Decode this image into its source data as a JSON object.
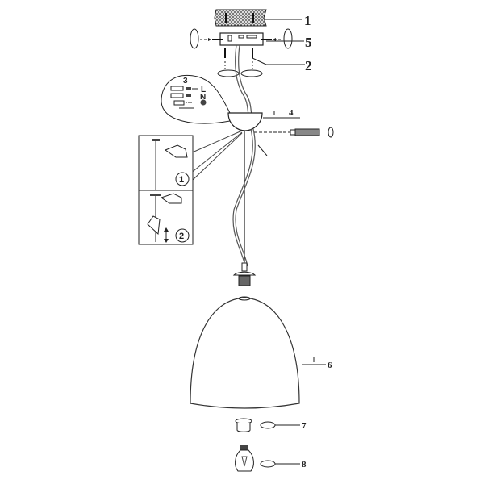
{
  "diagram": {
    "type": "exploded assembly diagram",
    "subject": "pendant lamp installation",
    "part_labels": [
      {
        "id": "1",
        "text": "1",
        "part": "ceiling"
      },
      {
        "id": "2",
        "text": "2",
        "part": "mounting screws"
      },
      {
        "id": "3",
        "text": "3",
        "part": "wiring detail"
      },
      {
        "id": "4",
        "text": "4",
        "part": "ceiling canopy"
      },
      {
        "id": "5",
        "text": "5",
        "part": "mounting bracket"
      },
      {
        "id": "6",
        "text": "6",
        "part": "lamp shade"
      },
      {
        "id": "7",
        "text": "7",
        "part": "shade ring"
      },
      {
        "id": "8",
        "text": "8",
        "part": "light bulb"
      }
    ],
    "wiring_detail": {
      "title": "3",
      "rows": [
        {
          "terminal": "L"
        },
        {
          "terminal": "N"
        },
        {
          "terminal": "earth-symbol"
        }
      ]
    },
    "height_adjust_steps": [
      {
        "step": "1"
      },
      {
        "step": "2"
      }
    ]
  }
}
